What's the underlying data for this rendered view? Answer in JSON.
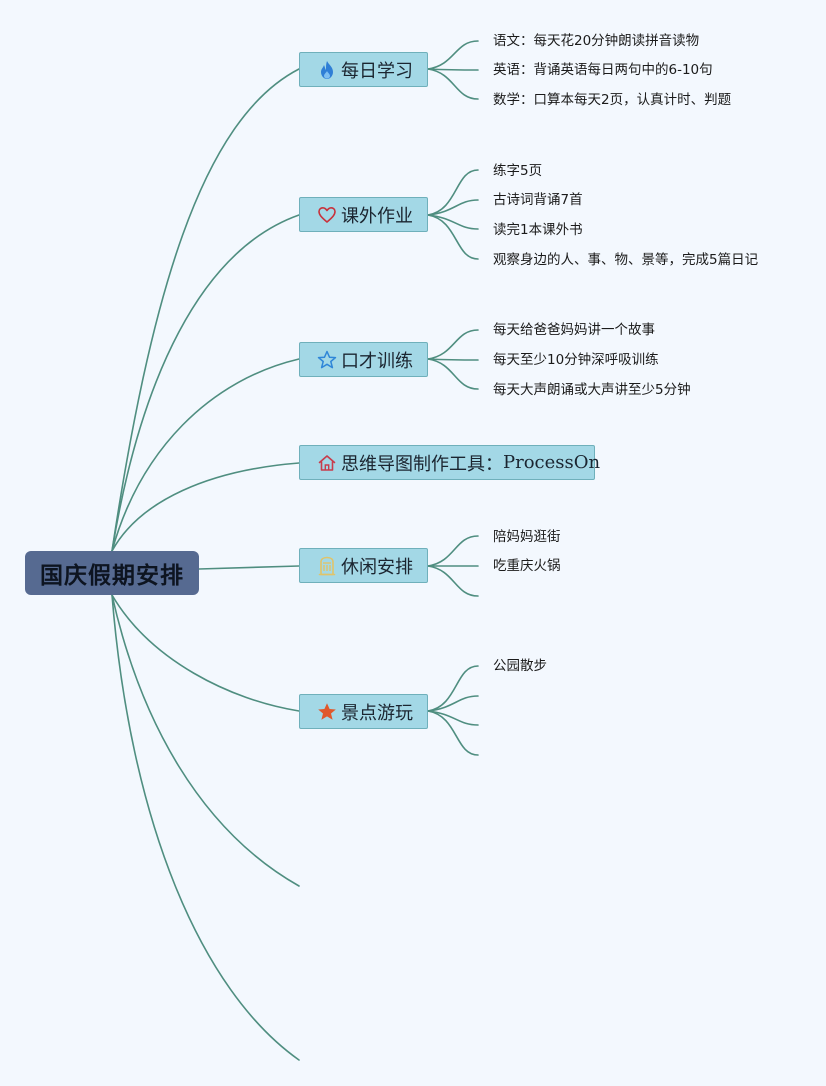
{
  "root": {
    "label": "国庆假期安排"
  },
  "topics": [
    {
      "label": "每日学习",
      "icon": "flame-icon",
      "icon_color": "#2f7fd6",
      "leaves": [
        "语文：每天花20分钟朗读拼音读物",
        "英语：背诵英语每日两句中的6-10句",
        "数学：口算本每天2页，认真计时、判题"
      ]
    },
    {
      "label": "课外作业",
      "icon": "heart-outline-icon",
      "icon_color": "#c8323c",
      "leaves": [
        "练字5页",
        "古诗词背诵7首",
        "读完1本课外书",
        "观察身边的人、事、物、景等，完成5篇日记"
      ]
    },
    {
      "label": "口才训练",
      "icon": "star-outline-icon",
      "icon_color": "#2f86d8",
      "leaves": [
        "每天给爸爸妈妈讲一个故事",
        "每天至少10分钟深呼吸训练",
        "每天大声朗诵或大声讲至少5分钟"
      ]
    },
    {
      "label_prefix": "思维导图制作工具：",
      "label_suffix": "ProcessOn",
      "icon": "home-icon",
      "icon_color": "#c83c4b",
      "leaves": []
    },
    {
      "label": "休闲安排",
      "icon": "building-icon",
      "icon_color": "#e0c46a",
      "leaves": [
        "陪妈妈逛街",
        "吃重庆火锅"
      ]
    },
    {
      "label": "景点游玩",
      "icon": "star-filled-icon",
      "icon_color": "#e0582b",
      "leaves": [
        "公园散步"
      ]
    }
  ],
  "colors": {
    "background": "#f3f8fe",
    "connector": "#4f8e80",
    "root_fill": "#566a91",
    "topic_fill": "#a3d8e6",
    "topic_border": "#6fb0bb"
  }
}
